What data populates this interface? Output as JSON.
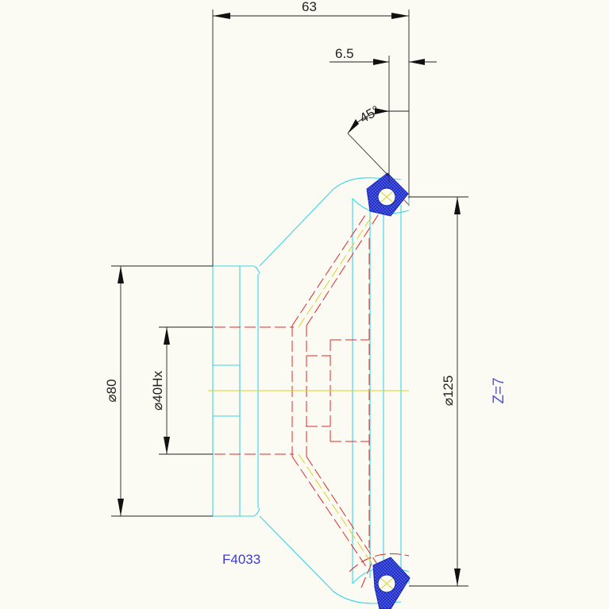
{
  "dimensions": {
    "width_total": "63",
    "offset": "6.5",
    "angle": "45°",
    "bore_diameter": "⌀40Hx",
    "hub_diameter": "⌀80",
    "outer_diameter": "⌀125"
  },
  "part_code": "F4033",
  "teeth_label": "Z=7",
  "colors": {
    "background": "#fbfbf3",
    "outline": "#39d5e6",
    "hidden": "#e0282a",
    "centerline": "#d9d22a",
    "dimension": "#222222",
    "chain_section": "#2233cc",
    "label": "#3a3ad9"
  }
}
